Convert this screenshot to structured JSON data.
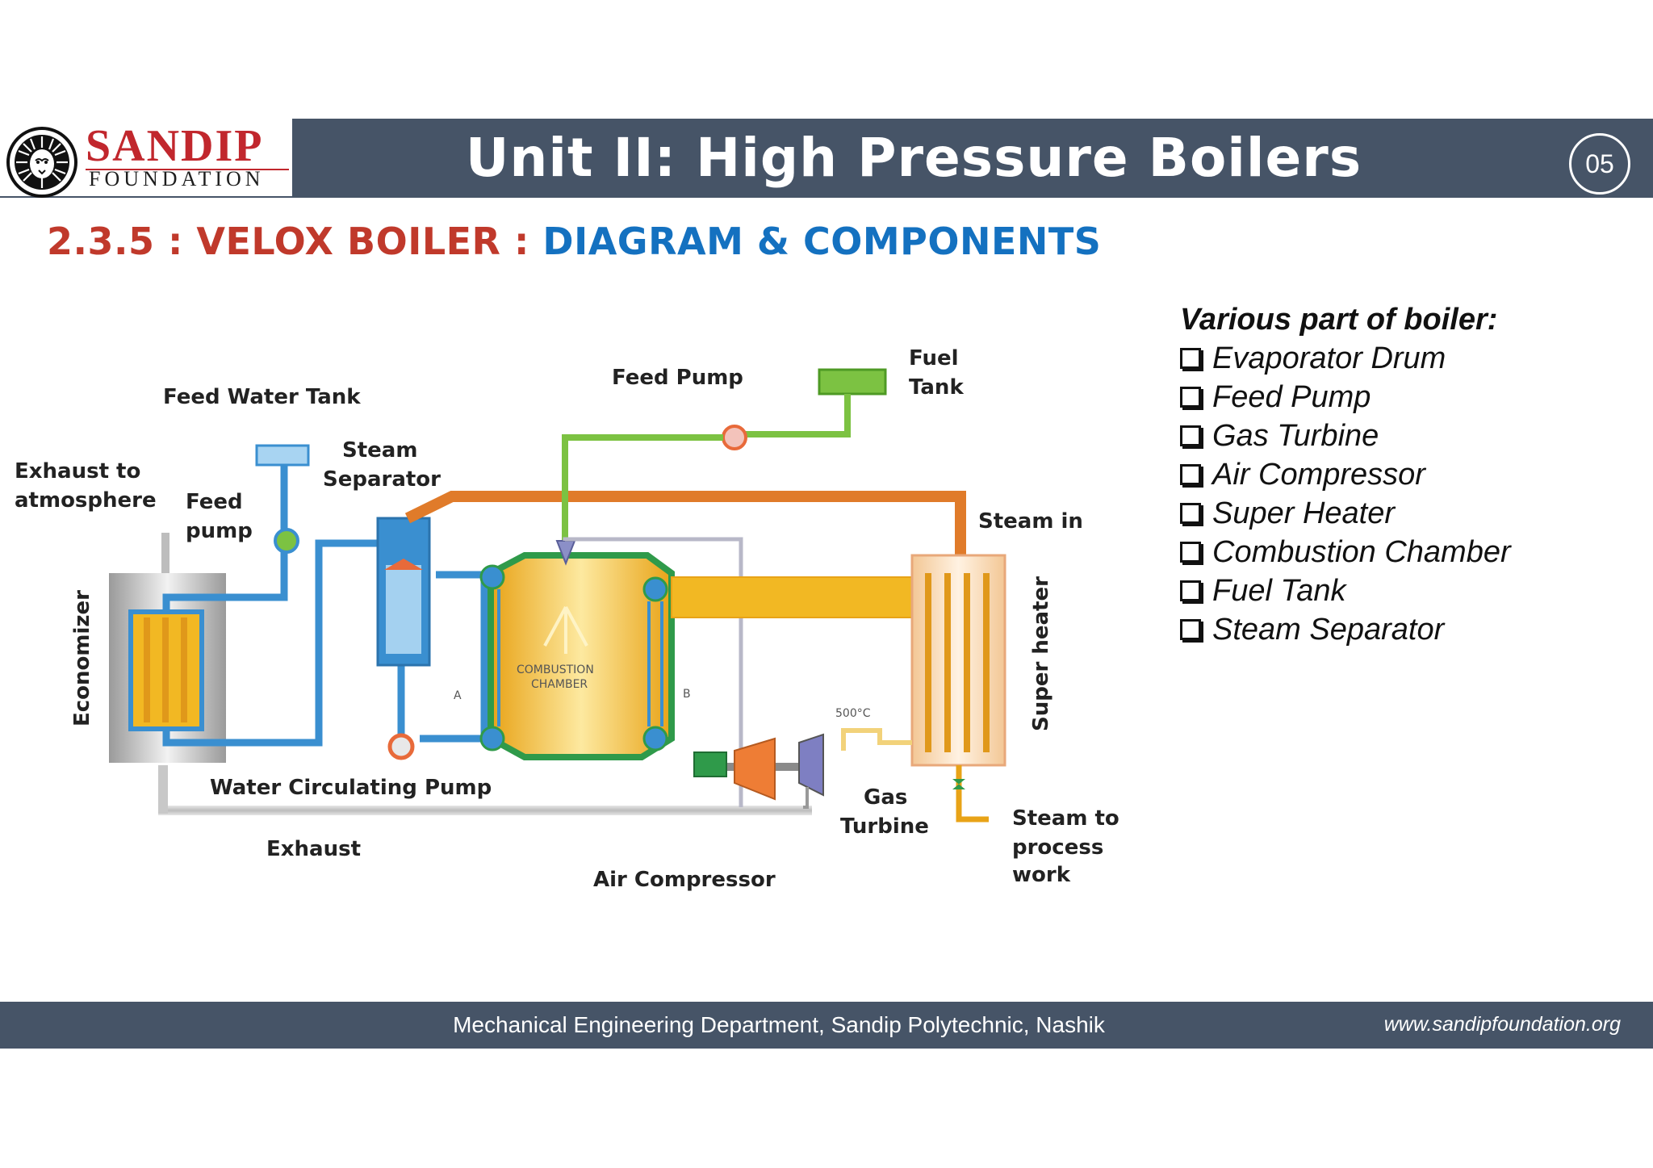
{
  "logo": {
    "line1": "SANDIP",
    "line2": "FOUNDATION"
  },
  "header": {
    "title": "Unit II: High Pressure Boilers",
    "page_number": "05"
  },
  "section": {
    "number": "2.3.5 : VELOX BOILER :",
    "topic": "DIAGRAM & COMPONENTS"
  },
  "diagram": {
    "labels": {
      "feed_pump_top": "Feed Pump",
      "fuel": "Fuel",
      "tank": "Tank",
      "feed_water_tank": "Feed Water Tank",
      "exhaust_to": "Exhaust to",
      "atmosphere": "atmosphere",
      "feed": "Feed",
      "pump": "pump",
      "steam": "Steam",
      "separator": "Separator",
      "steam_in": "Steam in",
      "economizer": "Economizer",
      "super_heater": "Super heater",
      "combustion": "COMBUSTION",
      "chamber": "CHAMBER",
      "label_a": "A",
      "label_b": "B",
      "temp": "500°C",
      "water_circulating_pump": "Water Circulating Pump",
      "gas": "Gas",
      "turbine": "Turbine",
      "steam_to": "Steam to",
      "process": "process",
      "work": "work",
      "exhaust": "Exhaust",
      "air_compressor": "Air Compressor"
    }
  },
  "parts": {
    "title": "Various part of boiler:",
    "items": [
      "Evaporator Drum",
      "Feed Pump",
      "Gas Turbine",
      "Air Compressor",
      "Super Heater",
      "Combustion Chamber",
      "Fuel Tank",
      "Steam Separator"
    ]
  },
  "footer": {
    "text": "Mechanical Engineering Department, Sandip Polytechnic, Nashik",
    "url": "www.sandipfoundation.org"
  },
  "colors": {
    "header_bg": "#465467",
    "brand_red": "#c1272d",
    "heading_blue": "#1471c0",
    "water_blue": "#3a8fd0",
    "steam_orange": "#e07b2a",
    "fuel_green": "#7cc242",
    "chamber_yellow": "#f2b823"
  }
}
